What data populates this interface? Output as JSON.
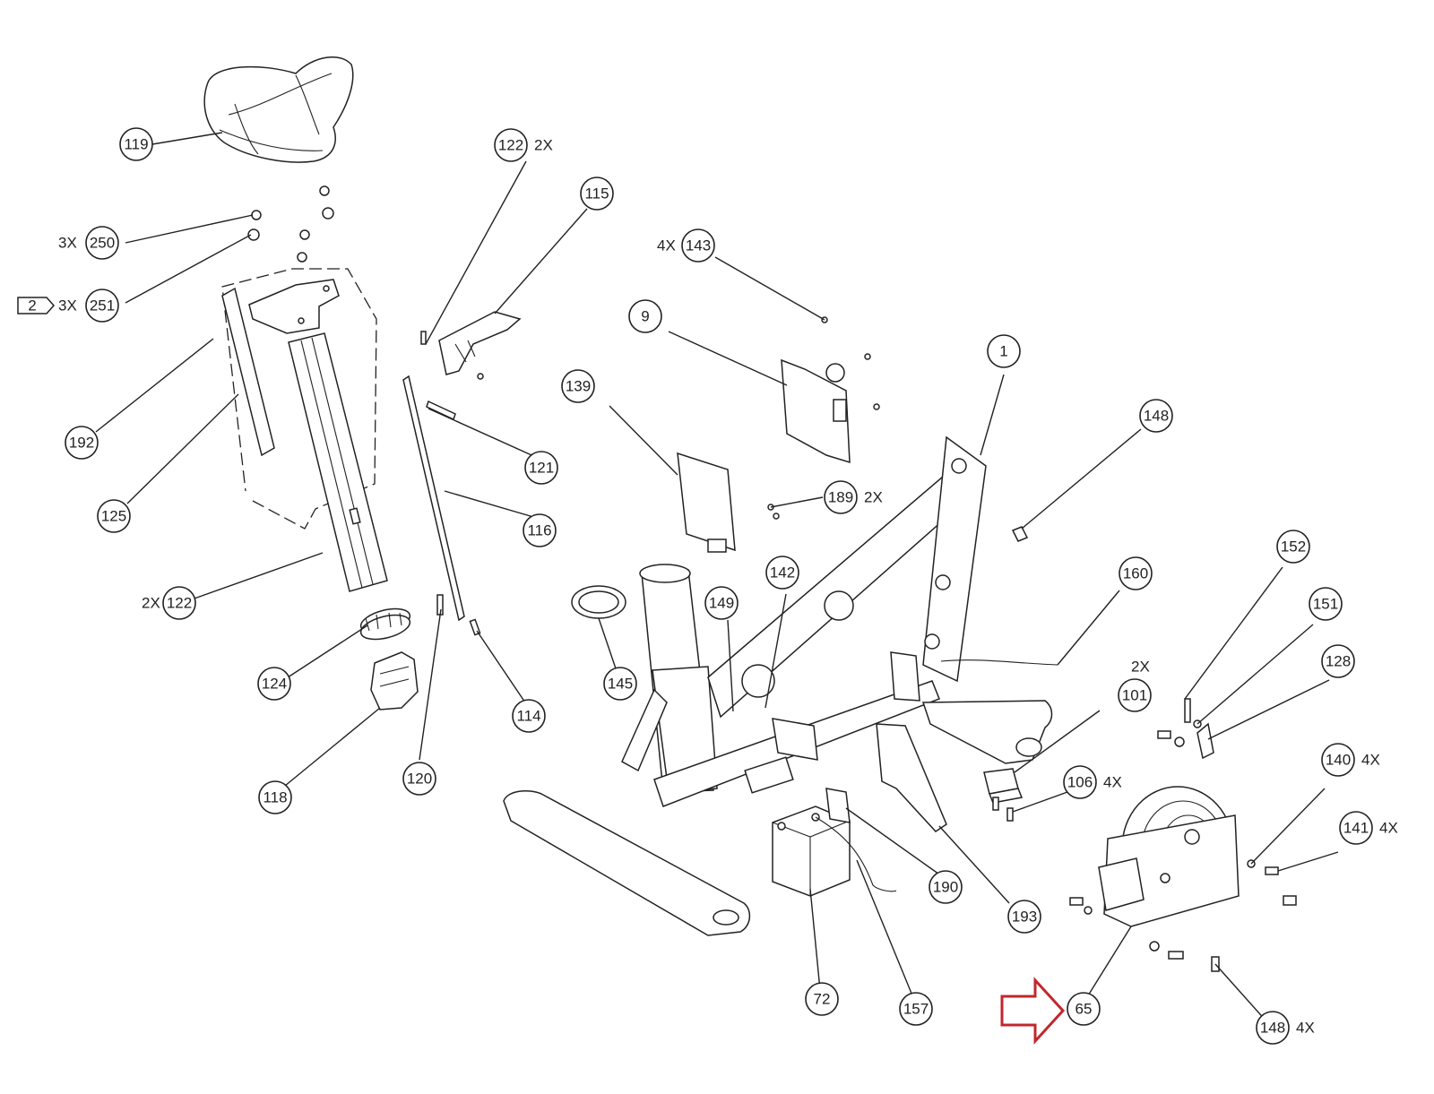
{
  "diagram": {
    "callouts": {
      "c1": "1",
      "c9": "9",
      "c65": "65",
      "c72": "72",
      "c101": "101",
      "c106": "106",
      "c114": "114",
      "c115": "115",
      "c116": "116",
      "c118": "118",
      "c119": "119",
      "c120": "120",
      "c121": "121",
      "c122a": "122",
      "c122b": "122",
      "c124": "124",
      "c125": "125",
      "c128": "128",
      "c139": "139",
      "c140": "140",
      "c141": "141",
      "c142": "142",
      "c143": "143",
      "c145": "145",
      "c148a": "148",
      "c148b": "148",
      "c149": "149",
      "c151": "151",
      "c152": "152",
      "c157": "157",
      "c160": "160",
      "c189": "189",
      "c190": "190",
      "c192": "192",
      "c193": "193",
      "c250": "250",
      "c251": "251"
    },
    "quantities": {
      "q122a": "2X",
      "q122b": "2X",
      "q143": "4X",
      "q250": "3X",
      "q251": "3X",
      "q189": "2X",
      "q101": "2X",
      "q106": "4X",
      "q140": "4X",
      "q141": "4X",
      "q148b": "4X"
    },
    "note_flag": "2",
    "highlight_color": "#c0282d"
  }
}
